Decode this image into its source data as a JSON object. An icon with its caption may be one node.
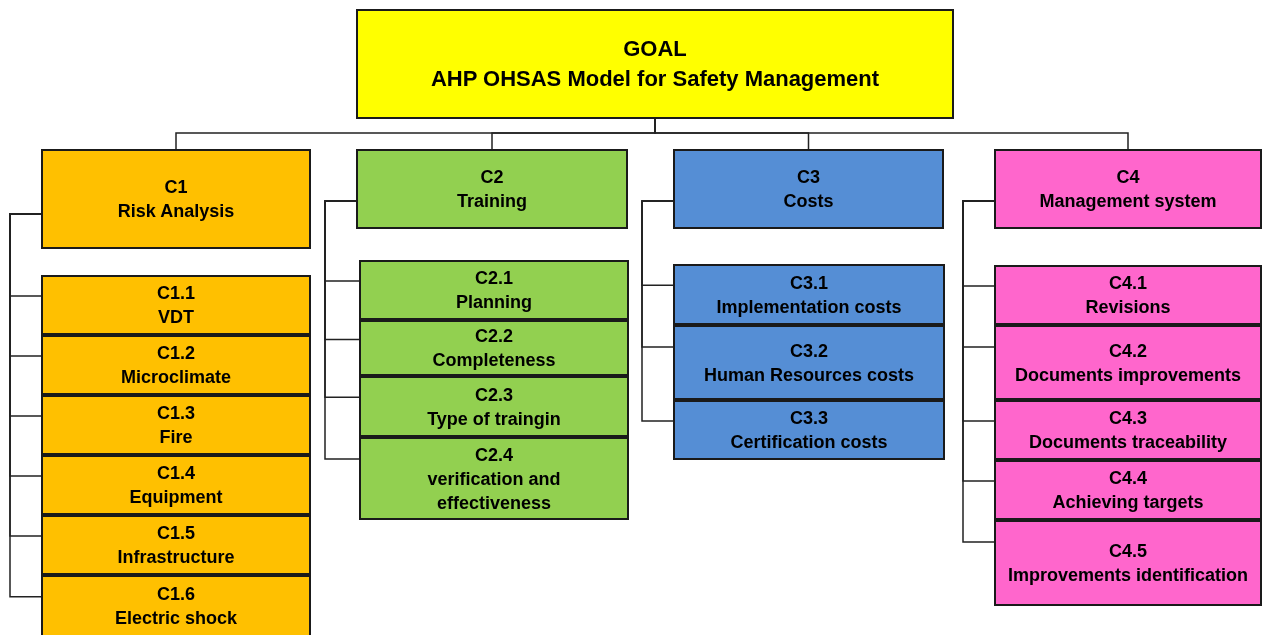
{
  "diagram": {
    "nodes": [
      {
        "text": [
          "GOAL",
          "AHP OHSAS Model for Safety Management"
        ]
      },
      {
        "text": [
          "C1",
          "Risk Analysis"
        ]
      },
      {
        "text": [
          "C1.1",
          "VDT"
        ]
      },
      {
        "text": [
          "C1.2",
          "Microclimate"
        ]
      },
      {
        "text": [
          "C1.3",
          "Fire"
        ]
      },
      {
        "text": [
          "C1.4",
          "Equipment"
        ]
      },
      {
        "text": [
          "C1.5",
          "Infrastructure"
        ]
      },
      {
        "text": [
          "C1.6",
          "Electric shock"
        ]
      },
      {
        "text": [
          "C2",
          "Training"
        ]
      },
      {
        "text": [
          "C2.1",
          "Planning"
        ]
      },
      {
        "text": [
          "C2.2",
          "Completeness"
        ]
      },
      {
        "text": [
          "C2.3",
          "Type of traingin"
        ]
      },
      {
        "text": [
          "C2.4",
          "verification and effectiveness"
        ]
      },
      {
        "text": [
          "C3",
          "Costs"
        ]
      },
      {
        "text": [
          "C3.1",
          "Implementation costs"
        ]
      },
      {
        "text": [
          "C3.2",
          "Human Resources costs"
        ]
      },
      {
        "text": [
          "C3.3",
          "Certification costs"
        ]
      },
      {
        "text": [
          "C4",
          "Management system"
        ]
      },
      {
        "text": [
          "C4.1",
          "Revisions"
        ]
      },
      {
        "text": [
          "C4.2",
          "Documents improvements"
        ]
      },
      {
        "text": [
          "C4.3",
          "Documents traceability"
        ]
      },
      {
        "text": [
          "C4.4",
          "Achieving targets"
        ]
      },
      {
        "text": [
          "C4.5",
          "Improvements identification"
        ]
      }
    ],
    "edges": [
      {
        "from": 0,
        "to": 1,
        "arrow": "none"
      },
      {
        "from": 0,
        "to": 8,
        "arrow": "none"
      },
      {
        "from": 0,
        "to": 13,
        "arrow": "none"
      },
      {
        "from": 0,
        "to": 17,
        "arrow": "none"
      },
      {
        "from": 1,
        "to": 2,
        "arrow": "none"
      },
      {
        "from": 1,
        "to": 3,
        "arrow": "none"
      },
      {
        "from": 1,
        "to": 4,
        "arrow": "none"
      },
      {
        "from": 1,
        "to": 5,
        "arrow": "none"
      },
      {
        "from": 1,
        "to": 6,
        "arrow": "none"
      },
      {
        "from": 1,
        "to": 7,
        "arrow": "none"
      },
      {
        "from": 8,
        "to": 9,
        "arrow": "none"
      },
      {
        "from": 8,
        "to": 10,
        "arrow": "none"
      },
      {
        "from": 8,
        "to": 11,
        "arrow": "none"
      },
      {
        "from": 8,
        "to": 12,
        "arrow": "none"
      },
      {
        "from": 13,
        "to": 14,
        "arrow": "none"
      },
      {
        "from": 13,
        "to": 15,
        "arrow": "none"
      },
      {
        "from": 13,
        "to": 16,
        "arrow": "none"
      },
      {
        "from": 17,
        "to": 18,
        "arrow": "none"
      },
      {
        "from": 17,
        "to": 19,
        "arrow": "none"
      },
      {
        "from": 17,
        "to": 20,
        "arrow": "none"
      },
      {
        "from": 17,
        "to": 21,
        "arrow": "none"
      },
      {
        "from": 17,
        "to": 22,
        "arrow": "none"
      }
    ]
  }
}
